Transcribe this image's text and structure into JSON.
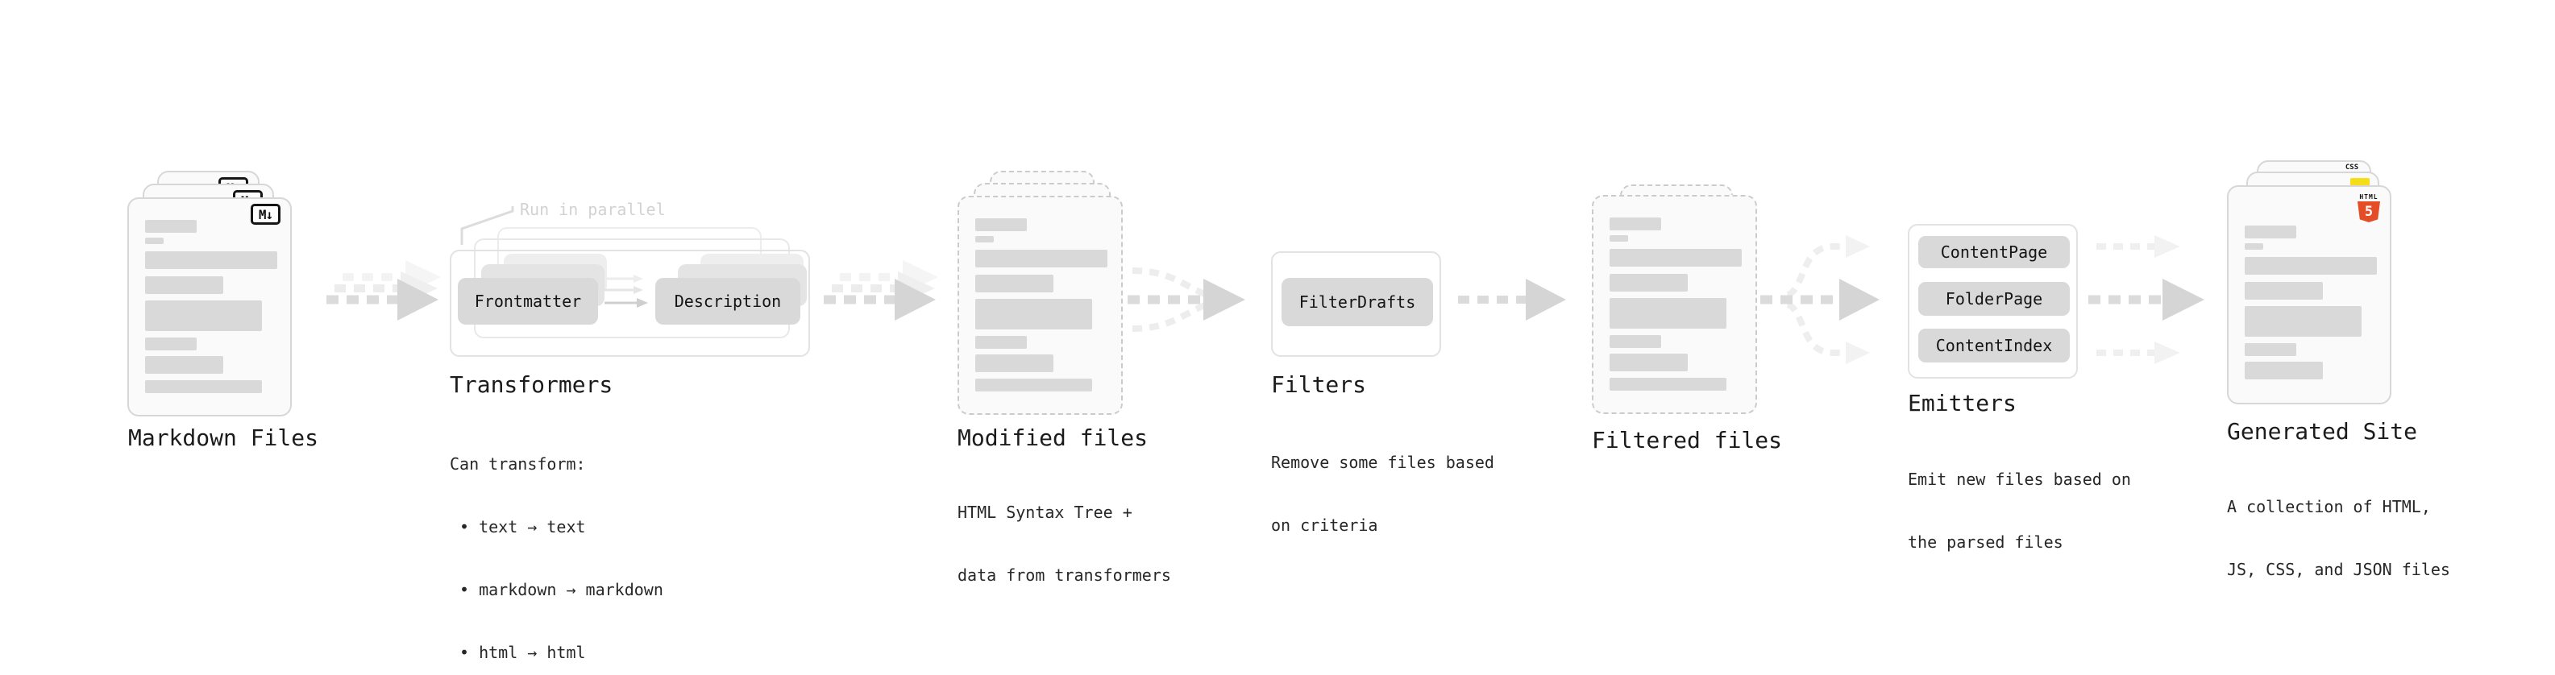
{
  "stages": {
    "markdown_files": {
      "label": "Markdown Files",
      "badge": "M↓"
    },
    "transformers": {
      "label": "Transformers",
      "annotation": "Run in parallel",
      "input_pill": "Frontmatter",
      "output_pill": "Description",
      "description_lines": [
        "Can transform:",
        "• text → text",
        "• markdown → markdown",
        "• html → html"
      ]
    },
    "modified_files": {
      "label": "Modified files",
      "description_lines": [
        "HTML Syntax Tree +",
        "data from transformers"
      ]
    },
    "filters": {
      "label": "Filters",
      "pill": "FilterDrafts",
      "description_lines": [
        "Remove some files based",
        "on criteria"
      ]
    },
    "filtered_files": {
      "label": "Filtered files"
    },
    "emitters": {
      "label": "Emitters",
      "pills": [
        "ContentPage",
        "FolderPage",
        "ContentIndex"
      ],
      "description_lines": [
        "Emit new files based on",
        "the parsed files"
      ]
    },
    "generated_site": {
      "label": "Generated Site",
      "description_lines": [
        "A collection of HTML,",
        "JS, CSS, and JSON files"
      ],
      "file_icons": {
        "html_label": "HTML",
        "html_digit": "5",
        "css_label": "CSS"
      }
    }
  },
  "colors": {
    "card_bg": "#fafafa",
    "pill_gray": "#d9d9d9",
    "arrow_gray": "#d5d5d5",
    "html5_orange": "#e44d26",
    "js_yellow": "#f5de19",
    "css_blue": "#2b63e8"
  }
}
